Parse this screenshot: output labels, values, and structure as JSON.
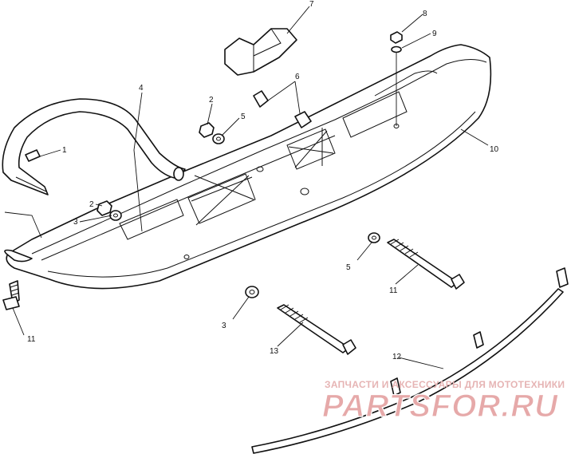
{
  "callouts": [
    {
      "id": "c1",
      "text": "1"
    },
    {
      "id": "c2a",
      "text": "2"
    },
    {
      "id": "c2b",
      "text": "2"
    },
    {
      "id": "c3a",
      "text": "3"
    },
    {
      "id": "c3b",
      "text": "3"
    },
    {
      "id": "c4",
      "text": "4"
    },
    {
      "id": "c5a",
      "text": "5"
    },
    {
      "id": "c5b",
      "text": "5"
    },
    {
      "id": "c6",
      "text": "6"
    },
    {
      "id": "c7",
      "text": "7"
    },
    {
      "id": "c8",
      "text": "8"
    },
    {
      "id": "c9",
      "text": "9"
    },
    {
      "id": "c10",
      "text": "10"
    },
    {
      "id": "c11a",
      "text": "11"
    },
    {
      "id": "c11b",
      "text": "11"
    },
    {
      "id": "c12",
      "text": "12"
    },
    {
      "id": "c13",
      "text": "13"
    }
  ],
  "watermark": {
    "subtitle": "ЗАПЧАСТИ И АКСЕССУАРЫ ДЛЯ МОТОТЕХНИКИ",
    "brand": "PARTSFOR.RU",
    "color": "#e6a9a9"
  }
}
